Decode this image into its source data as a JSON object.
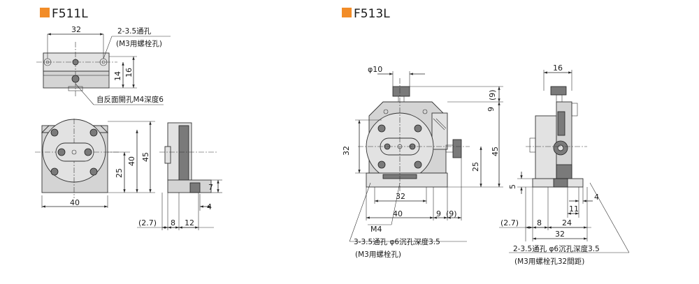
{
  "f511l": {
    "title": "F511L",
    "dims": {
      "top_width": "32",
      "height_16": "16",
      "height_14": "14",
      "front_40_horiz": "40",
      "front_45": "45",
      "front_40_vert": "40",
      "front_25": "25",
      "side_7": "7",
      "side_4": "4",
      "side_27": "(2.7)",
      "side_8": "8",
      "side_12": "12"
    },
    "notes": {
      "through_hole": "2-3.5通孔",
      "through_hole_sub": "(M3用螺栓孔)",
      "tapped_hole": "自反面開孔M4深度6"
    }
  },
  "f513l": {
    "title": "F513L",
    "dims": {
      "knob_dia": "φ10",
      "top_9": "9",
      "top_9p": "(9)",
      "side_45": "45",
      "side_25": "25",
      "left_32": "32",
      "bottom_32": "32",
      "bottom_40": "40",
      "bottom_9": "9",
      "bottom_9p": "(9)",
      "m4": "M4",
      "sv_16": "16",
      "sv_5": "5",
      "sv_4": "4",
      "sv_11": "11",
      "sv_27": "(2.7)",
      "sv_8": "8",
      "sv_24": "24",
      "sv_32": "32"
    },
    "notes": {
      "cbore_front": "3-3.5通孔 φ6沉孔深度3.5",
      "cbore_front_sub": "(M3用螺栓孔)",
      "cbore_side": "2-3.5通孔 φ6沉孔深度3.5",
      "cbore_side_sub": "(M3用螺栓孔32間距)"
    }
  },
  "colors": {
    "title_marker": "#f28c28"
  }
}
